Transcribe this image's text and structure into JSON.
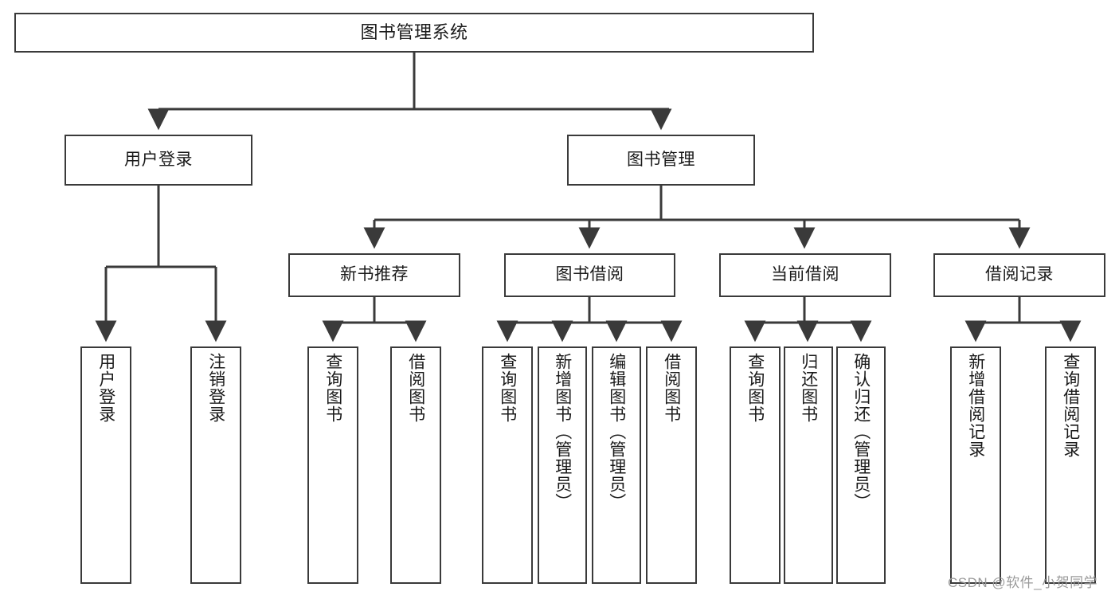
{
  "diagram": {
    "type": "tree",
    "title": "图书管理系统",
    "orientation": "top-down",
    "colors": {
      "background": "#ffffff",
      "node_border": "#3a3a3a",
      "node_fill": "#ffffff",
      "edge": "#3a3a3a",
      "text": "#1a1a1a",
      "watermark": "#9a9a9a"
    }
  },
  "nodes": {
    "root": {
      "label": "图书管理系统"
    },
    "level2": [
      {
        "id": "user-login",
        "label": "用户登录"
      },
      {
        "id": "book-manage",
        "label": "图书管理"
      }
    ],
    "level3": [
      {
        "id": "new-book-recommend",
        "label": "新书推荐"
      },
      {
        "id": "book-borrow",
        "label": "图书借阅"
      },
      {
        "id": "current-borrow",
        "label": "当前借阅"
      },
      {
        "id": "borrow-record",
        "label": "借阅记录"
      }
    ],
    "leaves": [
      {
        "id": "leaf-user-login",
        "parent": "user-login",
        "label": "用户登录"
      },
      {
        "id": "leaf-logout",
        "parent": "user-login",
        "label": "注销登录"
      },
      {
        "id": "leaf-query-book-1",
        "parent": "new-book-recommend",
        "label": "查询图书"
      },
      {
        "id": "leaf-borrow-book-1",
        "parent": "new-book-recommend",
        "label": "借阅图书"
      },
      {
        "id": "leaf-query-book-2",
        "parent": "book-borrow",
        "label": "查询图书"
      },
      {
        "id": "leaf-add-book",
        "parent": "book-borrow",
        "label": "新增图书（管理员）"
      },
      {
        "id": "leaf-edit-book",
        "parent": "book-borrow",
        "label": "编辑图书（管理员）"
      },
      {
        "id": "leaf-borrow-book-2",
        "parent": "book-borrow",
        "label": "借阅图书"
      },
      {
        "id": "leaf-query-book-3",
        "parent": "current-borrow",
        "label": "查询图书"
      },
      {
        "id": "leaf-return-book",
        "parent": "current-borrow",
        "label": "归还图书"
      },
      {
        "id": "leaf-confirm-return",
        "parent": "current-borrow",
        "label": "确认归还（管理员）"
      },
      {
        "id": "leaf-add-record",
        "parent": "borrow-record",
        "label": "新增借阅记录"
      },
      {
        "id": "leaf-query-record",
        "parent": "borrow-record",
        "label": "查询借阅记录"
      }
    ]
  },
  "watermark": {
    "text": "CSDN @软件_小贺同学"
  }
}
